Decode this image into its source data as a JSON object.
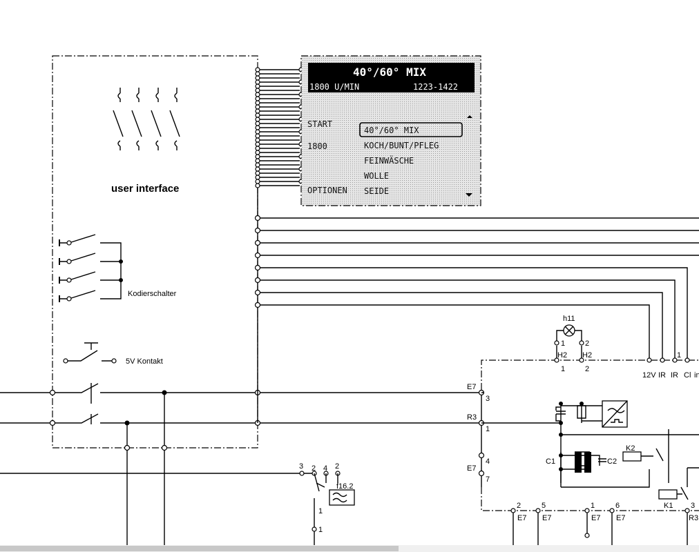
{
  "ui_label": "user interface",
  "coding_switch_label": "Kodierschalter",
  "contact_label": "5V Kontakt",
  "display": {
    "title": "40°/60° MIX",
    "speed": "1800 U/MIN",
    "time": "1223-1422",
    "left_labels": [
      "START",
      "1800",
      "OPTIONEN"
    ],
    "menu_items": [
      "40°/60° MIX",
      "KOCH/BUNT/PFLEG",
      "FEINWÄSCHE",
      "WOLLE",
      "SEIDE"
    ]
  },
  "lamp": {
    "name": "h11",
    "pin1": "1",
    "pin2": "2",
    "conn_left": "H2",
    "conn_right": "H2"
  },
  "ports": {
    "e7_top": "E7",
    "r3": "R3",
    "e7_mid": "E7",
    "pin3": "3",
    "pin1": "1",
    "pin4": "4",
    "pin7": "7"
  },
  "bottom_terminals": [
    "12V",
    "IR",
    "IR",
    "Cl",
    "in"
  ],
  "terminal_num": "1",
  "fuse": {
    "name": "f16.2",
    "pins": [
      "3",
      "2",
      "4",
      "2",
      "1",
      "1"
    ]
  },
  "components": {
    "c1": "C1",
    "c2": "C2",
    "k1": "K1",
    "k2": "K2",
    "r3b": "R3"
  },
  "bottom_connectors": [
    {
      "pin": "2",
      "name": "E7"
    },
    {
      "pin": "5",
      "name": "E7"
    },
    {
      "pin": "1",
      "name": "E7"
    },
    {
      "pin": "6",
      "name": "E7"
    }
  ],
  "bottom_pin_3": "3",
  "pin_labels_small": {
    "one": "1",
    "two": "2"
  }
}
